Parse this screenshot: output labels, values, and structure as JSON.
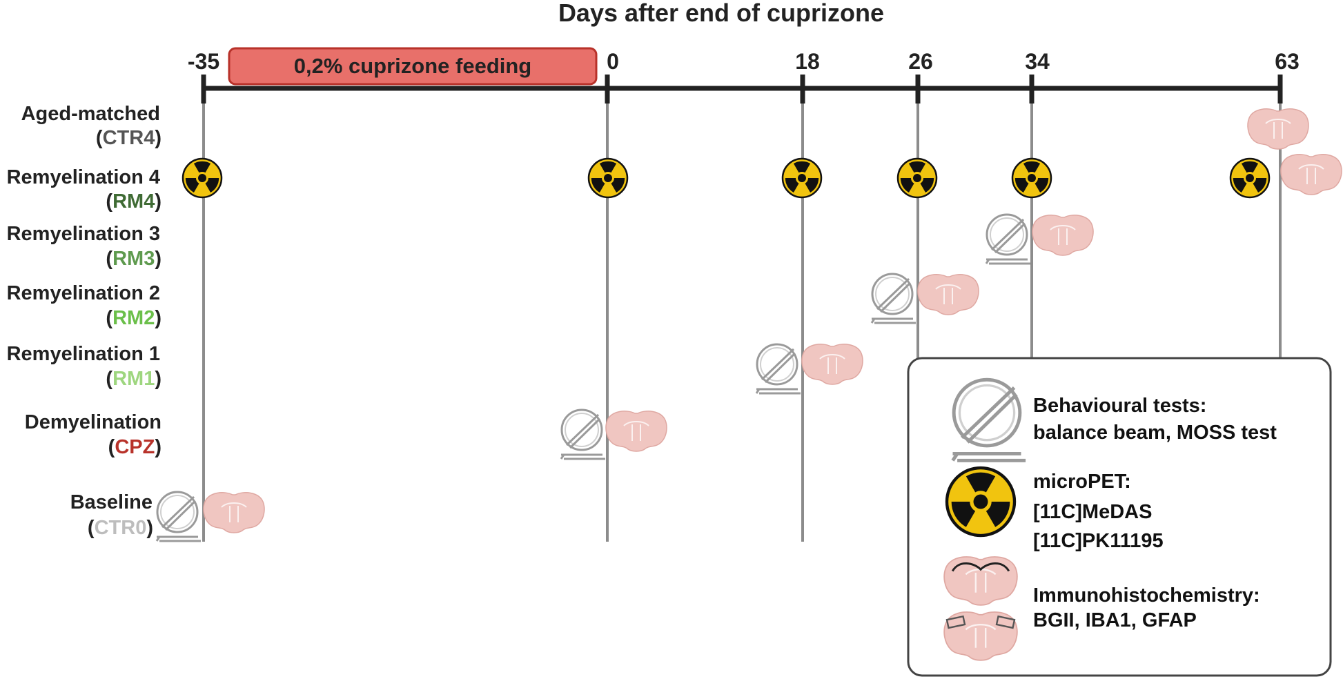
{
  "title": "Days after end of cuprizone",
  "feeding_label": "0,2% cuprizone feeding",
  "timepoints": [
    "-35",
    "0",
    "18",
    "26",
    "34",
    "63"
  ],
  "groups": [
    {
      "name": "Aged-matched",
      "code": "CTR4",
      "color": "#555555"
    },
    {
      "name": "Remyelination 4",
      "code": "RM4",
      "color": "#3f6b34"
    },
    {
      "name": "Remyelination 3",
      "code": "RM3",
      "color": "#5e9a4e"
    },
    {
      "name": "Remyelination 2",
      "code": "RM2",
      "color": "#6bbf4a"
    },
    {
      "name": "Remyelination 1",
      "code": "RM1",
      "color": "#9ed67f"
    },
    {
      "name": "Demyelination",
      "code": "CPZ",
      "color": "#b8322a"
    },
    {
      "name": "Baseline",
      "code": "CTR0",
      "color": "#bdbdbd"
    }
  ],
  "legend": {
    "behaviour_line1": "Behavioural tests:",
    "behaviour_line2": "balance beam, MOSS test",
    "pet_line1": "microPET:",
    "pet_line2": "[11C]MeDAS",
    "pet_line3": "[11C]PK11195",
    "ihc_line1": "Immunohistochemistry:",
    "ihc_line2": "BGII, IBA1, GFAP"
  },
  "colors": {
    "feeding_fill": "#e8706a",
    "feeding_stroke": "#b8322a",
    "radiation_yellow": "#f1c40f",
    "brain_fill": "#f0c6c1",
    "axis": "#222222",
    "vline": "#8c8c8c"
  },
  "icons": [
    "running-wheel-icon",
    "radiation-icon",
    "brain-section-icon"
  ]
}
